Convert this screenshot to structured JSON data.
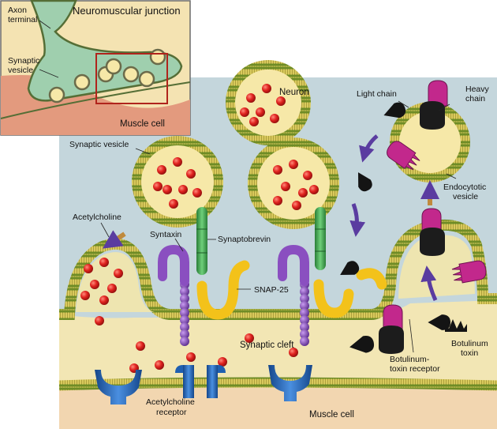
{
  "inset": {
    "title": "Neuromuscular junction",
    "axon_terminal": "Axon terminal",
    "synaptic_vesicle": "Synaptic vesicle",
    "muscle_cell": "Muscle cell"
  },
  "main": {
    "neuron": "Neuron",
    "synaptic_vesicle": "Synaptic vesicle",
    "acetylcholine": "Acetylcholine",
    "syntaxin": "Syntaxin",
    "synaptobrevin": "Synaptobrevin",
    "snap25": "SNAP-25",
    "synaptic_cleft": "Synaptic cleft",
    "ach_receptor_1": "Acetylcholine",
    "ach_receptor_2": "receptor",
    "muscle_cell": "Muscle cell",
    "light_chain": "Light chain",
    "heavy_chain_1": "Heavy",
    "heavy_chain_2": "chain",
    "endocytotic_1": "Endocytotic",
    "endocytotic_2": "vesicle",
    "botulinum_receptor_1": "Botulinum-",
    "botulinum_receptor_2": "toxin receptor",
    "botulinum_toxin_1": "Botulinum",
    "botulinum_toxin_2": "toxin"
  },
  "colors": {
    "neuron_bg": "#c4d6dc",
    "cleft_bg": "#f2e6b4",
    "muscle_bg": "#f2d6b0",
    "membrane_head": "#7e9a2e",
    "membrane_tail": "#c7b84c",
    "vesicle_fill": "#f6e8a8",
    "acetylcholine": "#e0231f",
    "syntaxin": "#8a4fc0",
    "synaptobrevin": "#3aa04a",
    "snap25": "#f3c21a",
    "receptor": "#1f5fb0",
    "toxin_light": "#141414",
    "toxin_heavy": "#c2288c",
    "arrow_purple": "#5a3ca0",
    "arrow_brown": "#c08a3c",
    "inset_border": "#6b6b6b",
    "highlight_box": "#b0241c"
  },
  "icons": [
    "synaptic-vesicle-icon",
    "acetylcholine-molecule-icon",
    "syntaxin-protein-icon",
    "synaptobrevin-protein-icon",
    "snap25-protein-icon",
    "acetylcholine-receptor-icon",
    "botulinum-toxin-icon",
    "toxin-receptor-icon",
    "arrow-icon"
  ]
}
